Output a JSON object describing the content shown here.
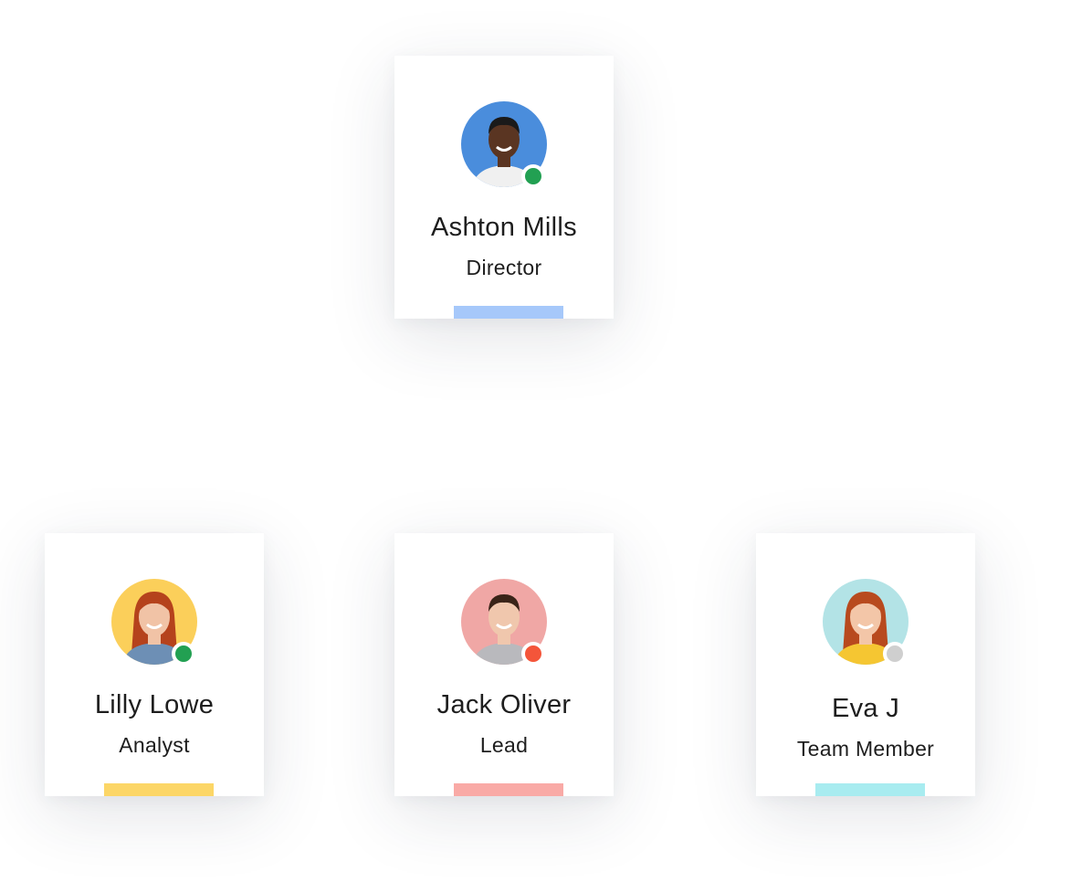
{
  "people": [
    {
      "name": "Ashton Mills",
      "role": "Director",
      "avatar_bg": "#4a8ddc",
      "skin": "#5a3522",
      "hair": "#1a1a1a",
      "shirt": "#f0f0f0",
      "status": "online",
      "status_color": "#22a052",
      "accent": "#a6c8fa"
    },
    {
      "name": "Lilly Lowe",
      "role": "Analyst",
      "avatar_bg": "#fbcf5a",
      "skin": "#f1c3a6",
      "hair": "#b5421c",
      "shirt": "#6d8fb5",
      "status": "online",
      "status_color": "#22a052",
      "accent": "#fcd667"
    },
    {
      "name": "Jack Oliver",
      "role": "Lead",
      "avatar_bg": "#f0a7a5",
      "skin": "#f0c7ad",
      "hair": "#3a2418",
      "shirt": "#b9b9bd",
      "status": "busy",
      "status_color": "#f4553a",
      "accent": "#f9aaa6"
    },
    {
      "name": "Eva J",
      "role": "Team Member",
      "avatar_bg": "#b3e3e6",
      "skin": "#f3c6a8",
      "hair": "#b84a1e",
      "shirt": "#f5c632",
      "status": "offline",
      "status_color": "#cfcfcf",
      "accent": "#a8ecf0"
    }
  ]
}
